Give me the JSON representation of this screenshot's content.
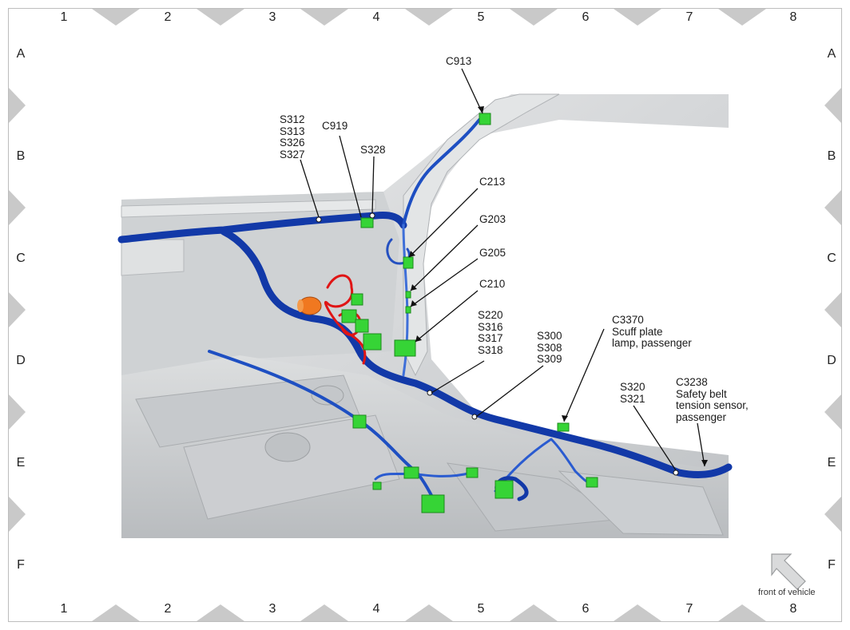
{
  "grid": {
    "columns": [
      "1",
      "2",
      "3",
      "4",
      "5",
      "6",
      "7",
      "8"
    ],
    "rows": [
      "A",
      "B",
      "C",
      "D",
      "E",
      "F"
    ]
  },
  "callouts": [
    {
      "id": "c913",
      "text": "C913"
    },
    {
      "id": "s312",
      "text": "S312\nS313\nS326\nS327"
    },
    {
      "id": "c919",
      "text": "C919"
    },
    {
      "id": "s328",
      "text": "S328"
    },
    {
      "id": "c213",
      "text": "C213"
    },
    {
      "id": "g203",
      "text": "G203"
    },
    {
      "id": "g205",
      "text": "G205"
    },
    {
      "id": "c210",
      "text": "C210"
    },
    {
      "id": "s220",
      "text": "S220\nS316\nS317\nS318"
    },
    {
      "id": "s300",
      "text": "S300\nS308\nS309"
    },
    {
      "id": "c3370",
      "text": "C3370\nScuff plate\nlamp, passenger"
    },
    {
      "id": "s320",
      "text": "S320\nS321"
    },
    {
      "id": "c3238",
      "text": "C3238\nSafety belt\ntension sensor,\npassenger"
    }
  ],
  "legend": {
    "front_label": "front of vehicle",
    "arrow_icon": "front-of-vehicle-arrow-icon"
  },
  "colors": {
    "harness": "#1239a8",
    "harness_light": "#3f6fd8",
    "connector": "#36d436",
    "red_wire": "#e01515",
    "orange_part": "#f07820",
    "body_gray": "#d4d6d8",
    "frame_triangle": "#c9c9c9"
  }
}
